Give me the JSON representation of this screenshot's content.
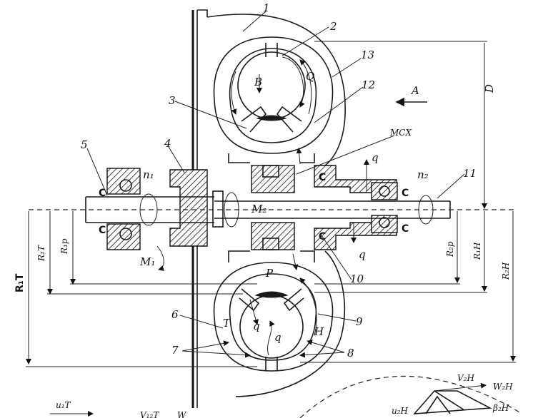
{
  "labels": {
    "n1": "1",
    "n2": "2",
    "n3": "3",
    "n4": "4",
    "n5": "5",
    "n6": "6",
    "n7": "7",
    "n8": "8",
    "n9": "9",
    "n10": "10",
    "n11": "11",
    "n12": "12",
    "n13": "13",
    "B": "B",
    "Q_top": "Q",
    "A": "A",
    "D": "D",
    "MCX": "МСХ",
    "q_up": "q",
    "q_right": "q",
    "q_bottom_center": "q",
    "q_bottom": "q",
    "P": "P",
    "T": "T",
    "H": "H",
    "M2": "M₂",
    "M1": "M₁",
    "n1_speed": "n₁",
    "n2_speed": "n₂",
    "R1T": "R₁T",
    "R2T": "R₂T",
    "R1P": "R₁p",
    "R2P": "R₂p",
    "R1H": "R₁H",
    "R2H": "R₂H",
    "u1T": "u₁T",
    "V2H": "V₂H",
    "W2H": "W₂H",
    "beta2H": "β₂H",
    "u2H": "u₂H",
    "vbottom": "V₁₂T",
    "w_bottom": "W"
  }
}
